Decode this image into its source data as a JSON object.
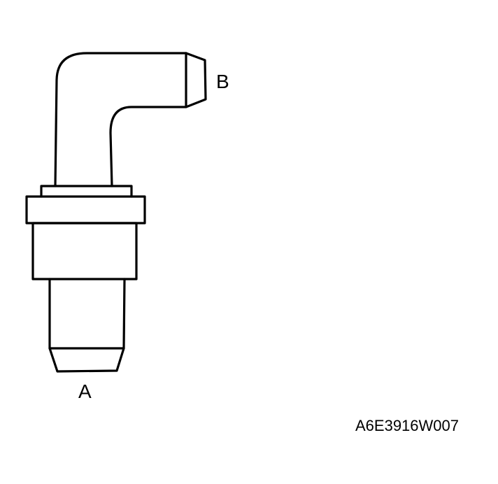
{
  "figure": {
    "port_b_label": "B",
    "port_a_label": "A",
    "figure_code": "A6E3916W007"
  },
  "colors": {
    "line": "#000000",
    "background": "#ffffff"
  }
}
